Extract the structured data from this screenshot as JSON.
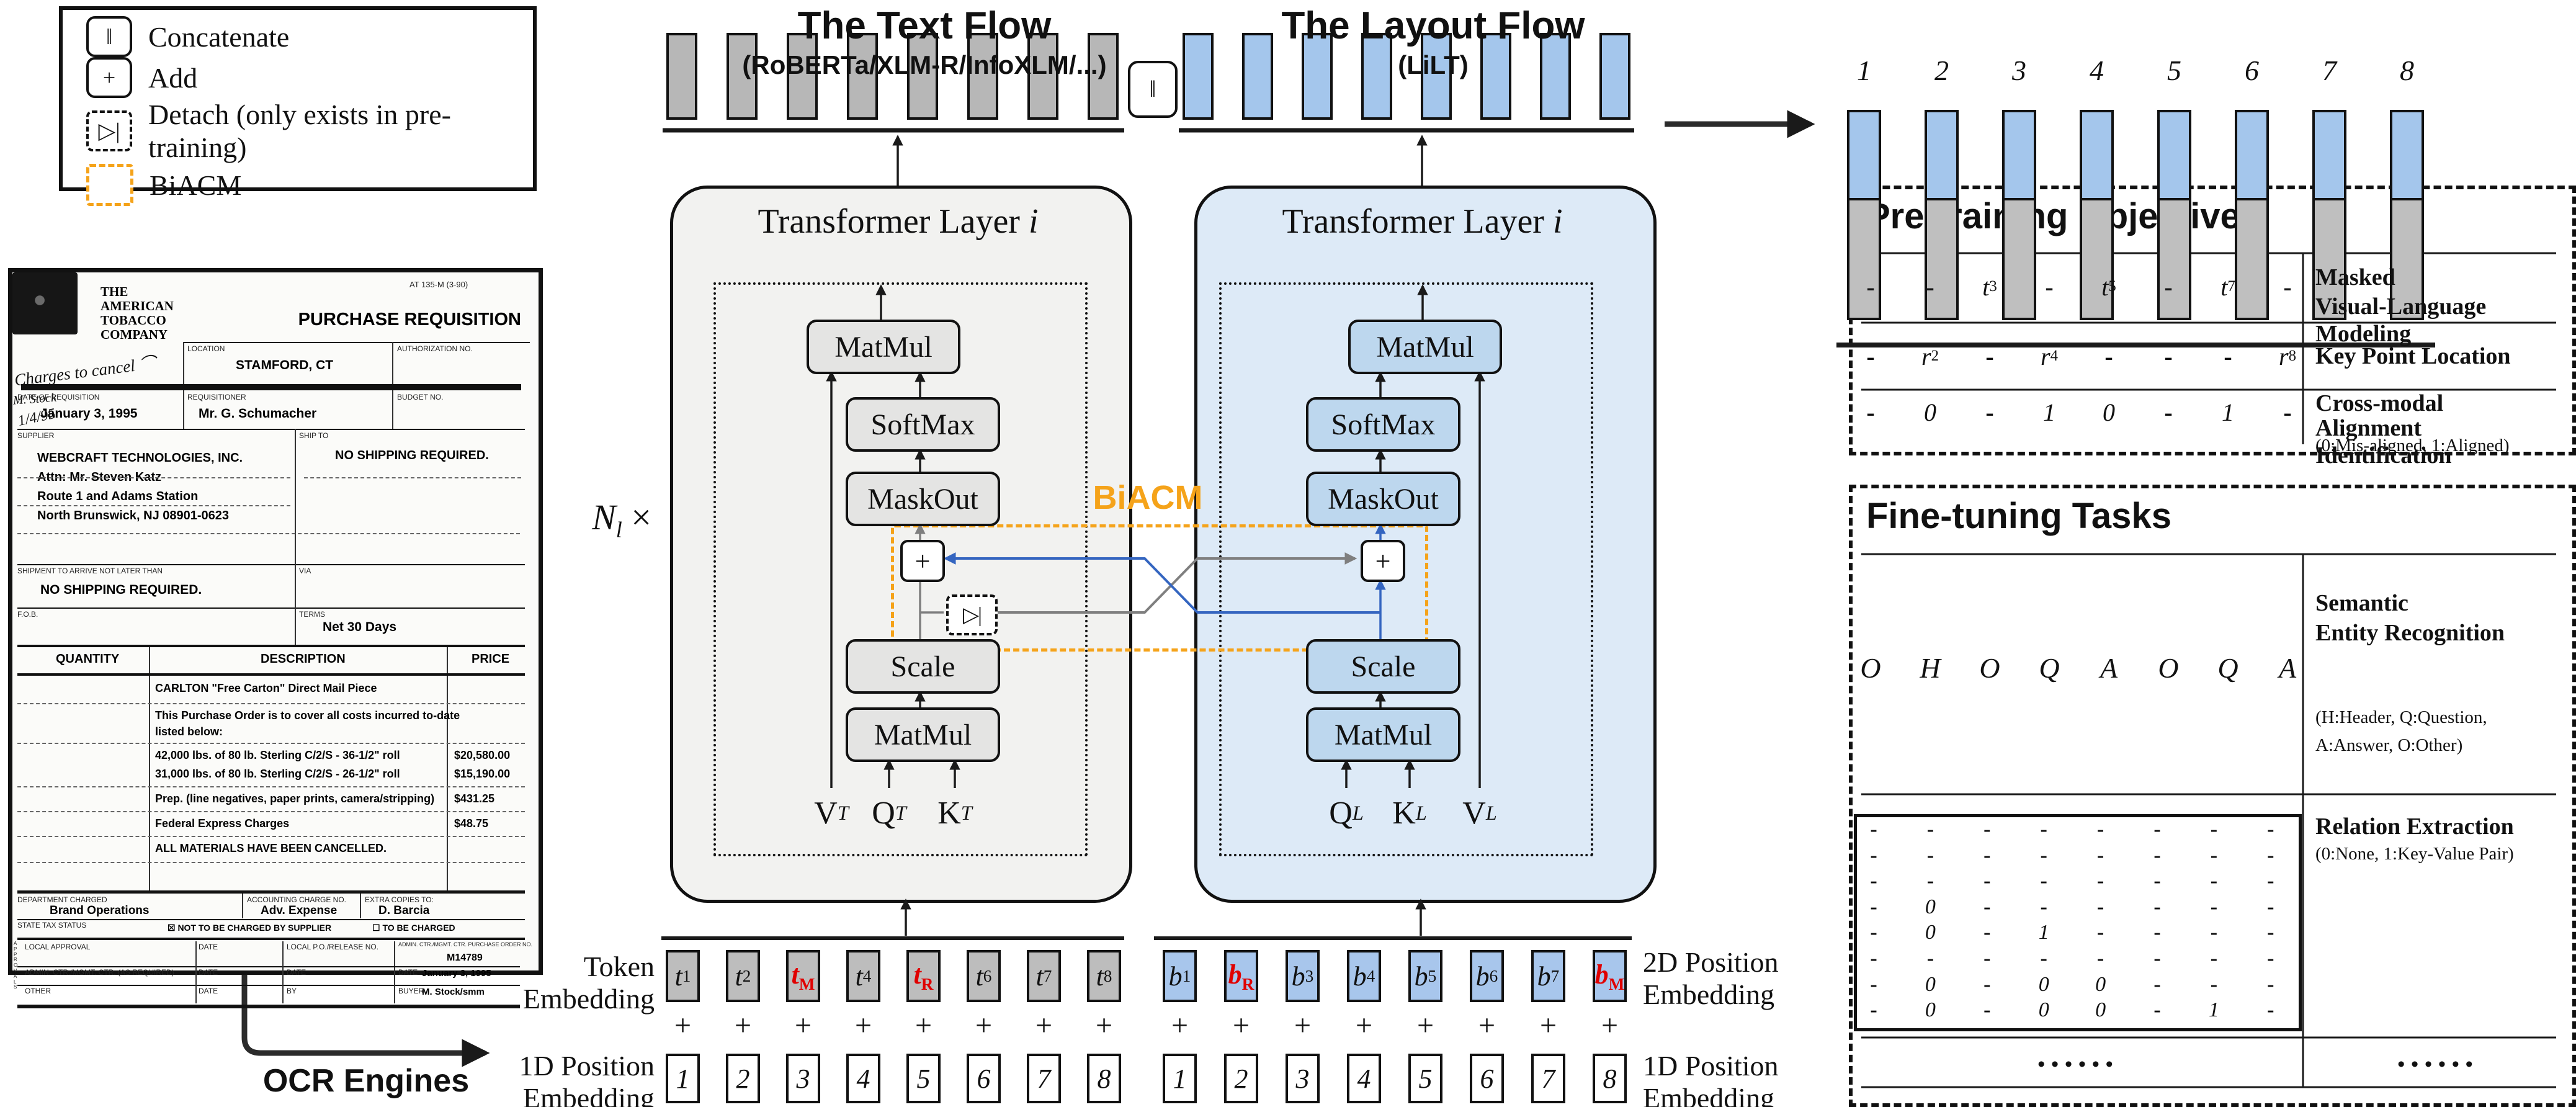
{
  "legend": {
    "items": [
      {
        "icon": "concatenate-icon",
        "symbol": "‖",
        "label": "Concatenate"
      },
      {
        "icon": "add-icon",
        "symbol": "+",
        "label": "Add"
      },
      {
        "icon": "detach-icon",
        "symbol": "▷|",
        "label": "Detach (only exists in pre-training)"
      },
      {
        "icon": "biacm-icon",
        "symbol": "",
        "label": "BiACM"
      }
    ]
  },
  "flows": {
    "text": {
      "title": "The Text Flow",
      "subtitle": "(RoBERTa/XLM-R/InfoXLM/...)",
      "layer_label": "Transformer Layer",
      "layer_index": "i",
      "boxes": {
        "matmul_top": "MatMul",
        "softmax": "SoftMax",
        "maskout": "MaskOut",
        "plus": "+",
        "detach": "▷|",
        "scale": "Scale",
        "matmul_bottom": "MatMul"
      },
      "inputs": [
        {
          "base": "V",
          "sub": "T"
        },
        {
          "base": "Q",
          "sub": "T"
        },
        {
          "base": "K",
          "sub": "T"
        }
      ]
    },
    "layout": {
      "title": "The Layout Flow",
      "subtitle": "(LiLT)",
      "layer_label": "Transformer Layer",
      "layer_index": "i",
      "boxes": {
        "matmul_top": "MatMul",
        "softmax": "SoftMax",
        "maskout": "MaskOut",
        "plus": "+",
        "scale": "Scale",
        "matmul_bottom": "MatMul"
      },
      "inputs": [
        {
          "base": "Q",
          "sub": "L"
        },
        {
          "base": "K",
          "sub": "L"
        },
        {
          "base": "V",
          "sub": "L"
        }
      ]
    }
  },
  "multiplier": {
    "base": "N",
    "sub": "l",
    "times": "×"
  },
  "biacm_label": "BiACM",
  "concat_symbol": "‖",
  "ocr_label": "OCR Engines",
  "output": {
    "numbers": [
      "1",
      "2",
      "3",
      "4",
      "5",
      "6",
      "7",
      "8"
    ]
  },
  "embeddings": {
    "token_label_lines": [
      "Token",
      "Embedding"
    ],
    "pos1d_left_lines": [
      "1D Position",
      "Embedding"
    ],
    "pos2d_right_lines": [
      "2D Position",
      "Embedding"
    ],
    "pos1d_right_lines": [
      "1D Position",
      "Embedding"
    ],
    "plus": "+",
    "text_tokens": [
      {
        "base": "t",
        "sub": "1",
        "red": false
      },
      {
        "base": "t",
        "sub": "2",
        "red": false
      },
      {
        "base": "t",
        "sub": "M",
        "red": true
      },
      {
        "base": "t",
        "sub": "4",
        "red": false
      },
      {
        "base": "t",
        "sub": "R",
        "red": true
      },
      {
        "base": "t",
        "sub": "6",
        "red": false
      },
      {
        "base": "t",
        "sub": "7",
        "red": false
      },
      {
        "base": "t",
        "sub": "8",
        "red": false
      }
    ],
    "layout_tokens": [
      {
        "base": "b",
        "sub": "1",
        "red": false
      },
      {
        "base": "b",
        "sub": "R",
        "red": true
      },
      {
        "base": "b",
        "sub": "3",
        "red": false
      },
      {
        "base": "b",
        "sub": "4",
        "red": false
      },
      {
        "base": "b",
        "sub": "5",
        "red": false
      },
      {
        "base": "b",
        "sub": "6",
        "red": false
      },
      {
        "base": "b",
        "sub": "7",
        "red": false
      },
      {
        "base": "b",
        "sub": "M",
        "red": true
      }
    ],
    "positions": [
      "1",
      "2",
      "3",
      "4",
      "5",
      "6",
      "7",
      "8"
    ]
  },
  "pretraining": {
    "title": "Pre-training Objectives",
    "rows": [
      {
        "values": [
          "-",
          "-",
          "t_3",
          "-",
          "t_5",
          "-",
          "t_7",
          "-"
        ],
        "label_lines": [
          "Masked",
          "Visual-Language Modeling"
        ],
        "note_lines": []
      },
      {
        "values": [
          "-",
          "r_2",
          "-",
          "r_4",
          "-",
          "-",
          "-",
          "r_8"
        ],
        "label_lines": [
          "Key Point Location"
        ],
        "note_lines": []
      },
      {
        "values": [
          "-",
          "0",
          "-",
          "1",
          "0",
          "-",
          "1",
          "-"
        ],
        "label_lines": [
          "Cross-modal",
          "Alignment Identification"
        ],
        "note_lines": [
          "(0:Mis-aligned, 1:Aligned)"
        ]
      }
    ]
  },
  "finetuning": {
    "title": "Fine-tuning Tasks",
    "ser": {
      "values": [
        "O",
        "H",
        "O",
        "Q",
        "A",
        "O",
        "Q",
        "A"
      ],
      "label_lines": [
        "Semantic",
        "Entity Recognition"
      ],
      "note_lines": [
        "(H:Header, Q:Question,",
        "A:Answer, O:Other)"
      ]
    },
    "re": {
      "matrix": [
        [
          "-",
          "-",
          "-",
          "-",
          "-",
          "-",
          "-",
          "-"
        ],
        [
          "-",
          "-",
          "-",
          "-",
          "-",
          "-",
          "-",
          "-"
        ],
        [
          "-",
          "-",
          "-",
          "-",
          "-",
          "-",
          "-",
          "-"
        ],
        [
          "-",
          "0",
          "-",
          "-",
          "-",
          "-",
          "-",
          "-"
        ],
        [
          "-",
          "0",
          "-",
          "1",
          "-",
          "-",
          "-",
          "-"
        ],
        [
          "-",
          "-",
          "-",
          "-",
          "-",
          "-",
          "-",
          "-"
        ],
        [
          "-",
          "0",
          "-",
          "0",
          "0",
          "-",
          "-",
          "-"
        ],
        [
          "-",
          "0",
          "-",
          "0",
          "0",
          "-",
          "1",
          "-"
        ]
      ],
      "label_lines": [
        "Relation Extraction"
      ],
      "note_lines": [
        "(0:None, 1:Key-Value Pair)"
      ]
    },
    "dots": "••••••"
  },
  "colors": {
    "orange": "#f5a31a",
    "blue_line": "#3465c0",
    "gray_line": "#7f7f7f",
    "blue_fill": "#a4c6ec",
    "gray_fill": "#bcbcbc",
    "red": "#e00000"
  },
  "document": {
    "logo_lines": [
      "THE",
      "AMERICAN",
      "TOBACCO",
      "COMPANY"
    ],
    "form_no": "AT 135-M (3-90)",
    "title": "PURCHASE REQUISITION",
    "location_label": "LOCATION",
    "location_value": "STAMFORD, CT",
    "auth_label": "AUTHORIZATION NO.",
    "date_label": "DATE OF REQUISITION",
    "date_value": "January 3, 1995",
    "req_label": "REQUISITIONER",
    "req_value": "Mr. G. Schumacher",
    "budget_label": "BUDGET NO.",
    "supplier_label": "SUPPLIER",
    "supplier_lines": [
      "WEBCRAFT TECHNOLOGIES, INC.",
      "Attn: Mr. Steven Katz",
      "Route 1 and Adams Station",
      "North Brunswick, NJ 08901-0623"
    ],
    "shipto_label": "SHIP TO",
    "shipto_value": "NO SHIPPING REQUIRED.",
    "arrive_label": "SHIPMENT TO ARRIVE NOT LATER THAN",
    "arrive_value": "NO SHIPPING REQUIRED.",
    "via_label": "VIA",
    "fob_label": "F.O.B.",
    "terms_label": "TERMS",
    "terms_value": "Net 30 Days",
    "col_qty": "QUANTITY",
    "col_desc": "DESCRIPTION",
    "col_price": "PRICE",
    "items": [
      [
        "CARLTON \"Free Carton\" Direct Mail Piece",
        ""
      ],
      [
        "This Purchase Order is to cover all costs incurred to-date",
        ""
      ],
      [
        "listed below:",
        ""
      ],
      [
        "42,000 lbs. of 80 lb. Sterling C/2/S - 36-1/2\" roll",
        "$20,580.00"
      ],
      [
        "31,000 lbs. of 80 lb. Sterling C/2/S - 26-1/2\" roll",
        "$15,190.00"
      ],
      [
        "Prep. (line negatives, paper prints, camera/stripping)",
        "$431.25"
      ],
      [
        "Federal Express Charges",
        "$48.75"
      ],
      [
        "ALL MATERIALS HAVE BEEN CANCELLED.",
        ""
      ]
    ],
    "handwriting": "Charges to cancel",
    "handwriting_date": "1/4/95",
    "dept_label": "DEPARTMENT CHARGED",
    "dept_value": "Brand Operations",
    "acct_label": "ACCOUNTING CHARGE NO.",
    "acct_value": "Adv. Expense",
    "copies_label": "EXTRA COPIES TO:",
    "copies_value": "D. Barcia",
    "tax_label": "STATE TAX STATUS",
    "tax_checked": "NOT TO BE CHARGED BY SUPPLIER",
    "tax_unchecked": "TO BE CHARGED",
    "approvals_vertical": "APPROVALS",
    "appr_r1": [
      "LOCAL APPROVAL",
      "DATE",
      "LOCAL P.O./RELEASE NO.",
      "ADMIN. CTR./MGMT. CTR. PURCHASE ORDER NO.",
      "M14789"
    ],
    "appr_r2": [
      "ADMIN. CTR./MGMT. CTR. (AS REQUIRED)",
      "DATE",
      "DATE",
      "DATE",
      "January 3, 1995"
    ],
    "appr_r3": [
      "OTHER",
      "DATE",
      "BY",
      "BUYER",
      "M. Stock/smm"
    ]
  }
}
